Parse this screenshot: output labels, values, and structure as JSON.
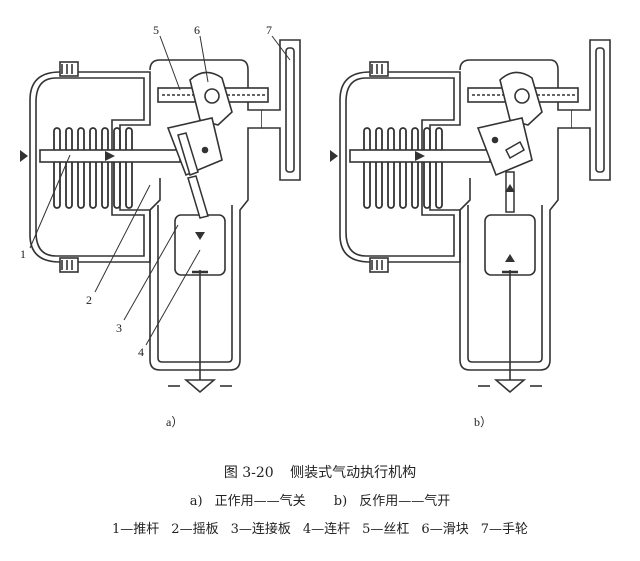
{
  "figure": {
    "title_number": "图 3-20",
    "title": "侧装式气动执行机构",
    "subcaptions": [
      {
        "key": "a)",
        "text": "正作用——气关"
      },
      {
        "key": "b)",
        "text": "反作用——气开"
      }
    ],
    "legend": [
      "1—推杆",
      "2—摇板",
      "3—连接板",
      "4—连杆",
      "5—丝杠",
      "6—滑块",
      "7—手轮"
    ]
  },
  "diagram": {
    "panel_labels": [
      "a）",
      "b）"
    ],
    "part_numbers": [
      "1",
      "2",
      "3",
      "4",
      "5",
      "6",
      "7"
    ]
  }
}
